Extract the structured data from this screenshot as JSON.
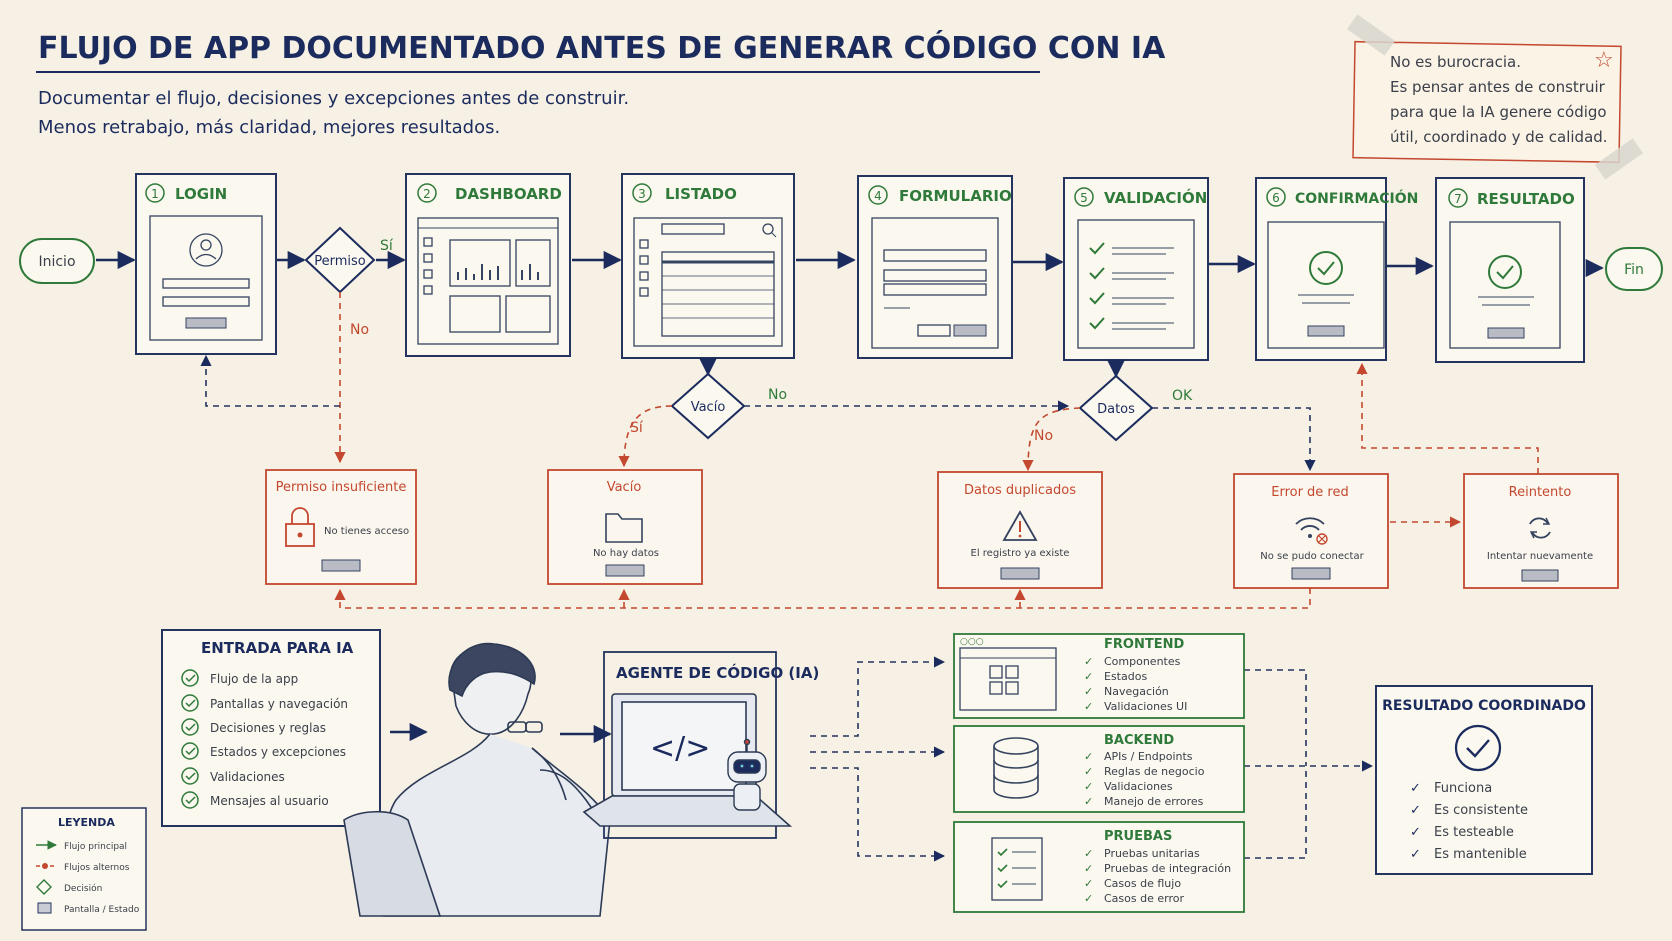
{
  "header": {
    "title": "FLUJO DE APP DOCUMENTADO ANTES DE GENERAR CÓDIGO CON IA",
    "subtitle_line1": "Documentar el flujo, decisiones y excepciones antes de construir.",
    "subtitle_line2": "Menos retrabajo, más claridad, mejores resultados."
  },
  "note": {
    "lines": [
      "No es burocracia.",
      "Es pensar antes de construir",
      "para que la IA genere código",
      "útil, coordinado y de calidad."
    ]
  },
  "terminals": {
    "start": "Inicio",
    "end": "Fin"
  },
  "steps": [
    {
      "num": "1",
      "label": "LOGIN"
    },
    {
      "num": "2",
      "label": "DASHBOARD"
    },
    {
      "num": "3",
      "label": "LISTADO"
    },
    {
      "num": "4",
      "label": "FORMULARIO"
    },
    {
      "num": "5",
      "label": "VALIDACIÓN"
    },
    {
      "num": "6",
      "label": "CONFIRMACIÓN"
    },
    {
      "num": "7",
      "label": "RESULTADO"
    }
  ],
  "decisions": {
    "permiso": {
      "label": "Permiso",
      "yes": "Sí",
      "no": "No"
    },
    "vacio": {
      "label": "Vacío",
      "yes": "Sí",
      "no": "No"
    },
    "datos": {
      "label": "Datos",
      "ok": "OK",
      "no": "No"
    }
  },
  "exceptions": [
    {
      "title": "Permiso insuficiente",
      "message": "No tienes acceso",
      "icon": "lock-icon"
    },
    {
      "title": "Vacío",
      "message": "No hay datos",
      "icon": "folder-icon"
    },
    {
      "title": "Datos duplicados",
      "message": "El registro ya existe",
      "icon": "warning-icon"
    },
    {
      "title": "Error de red",
      "message": "No se pudo conectar",
      "icon": "wifi-error-icon"
    },
    {
      "title": "Reintento",
      "message": "Intentar nuevamente",
      "icon": "retry-icon"
    }
  ],
  "input": {
    "title": "ENTRADA PARA IA",
    "items": [
      "Flujo de la app",
      "Pantallas y navegación",
      "Decisiones y reglas",
      "Estados y excepciones",
      "Validaciones",
      "Mensajes al usuario"
    ]
  },
  "agent": {
    "title": "AGENTE DE CÓDIGO (IA)"
  },
  "outputs": [
    {
      "title": "FRONTEND",
      "items": [
        "Componentes",
        "Estados",
        "Navegación",
        "Validaciones UI"
      ]
    },
    {
      "title": "BACKEND",
      "items": [
        "APIs / Endpoints",
        "Reglas de negocio",
        "Validaciones",
        "Manejo de errores"
      ]
    },
    {
      "title": "PRUEBAS",
      "items": [
        "Pruebas unitarias",
        "Pruebas de integración",
        "Casos de flujo",
        "Casos de error"
      ]
    }
  ],
  "result": {
    "title": "RESULTADO COORDINADO",
    "items": [
      "Funciona",
      "Es consistente",
      "Es testeable",
      "Es mantenible"
    ]
  },
  "legend": {
    "title": "LEYENDA",
    "items": [
      "Flujo principal",
      "Flujos alternos",
      "Decisión",
      "Pantalla / Estado"
    ]
  },
  "colors": {
    "navy": "#1b2b5e",
    "green": "#2f7a3a",
    "red": "#c4482f",
    "paper": "#f6f1e4"
  }
}
